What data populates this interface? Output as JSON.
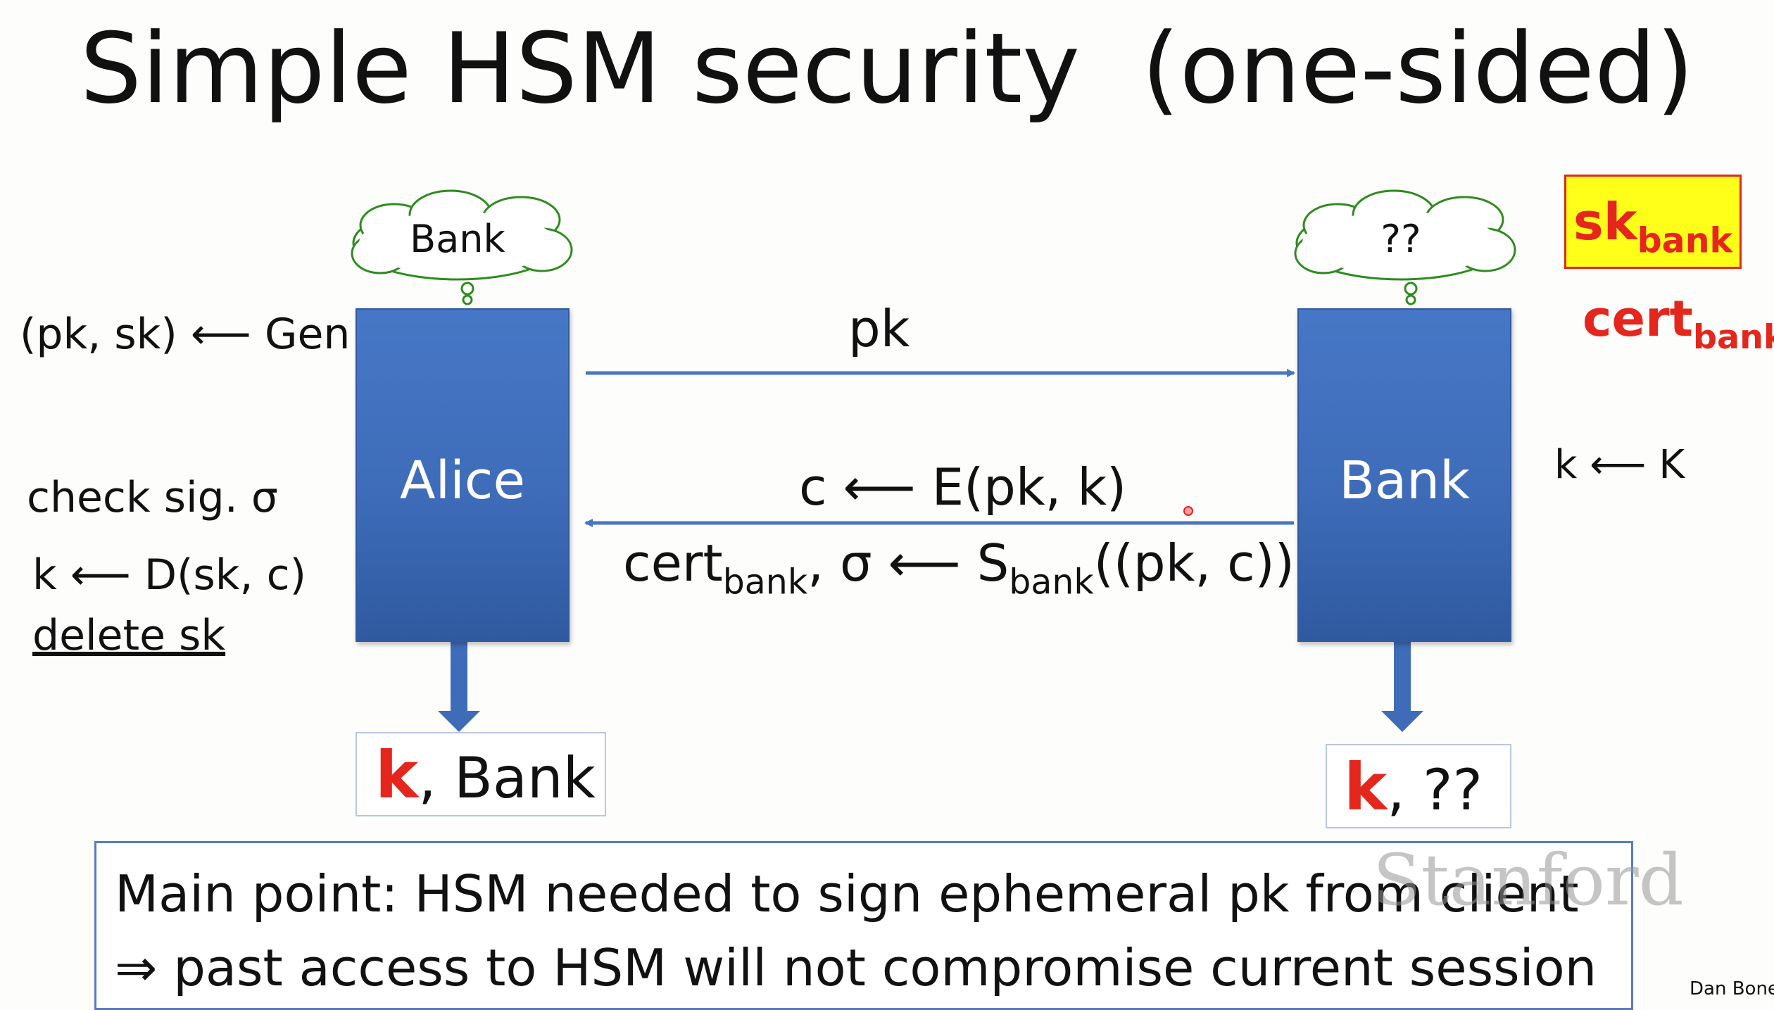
{
  "title": "Simple HSM security  (one-sided)",
  "alice": {
    "name": "Alice",
    "cloud": "Bank",
    "gen": "(pk, sk) ⟵ Gen",
    "check_sig": "check sig. σ",
    "decrypt": "k ⟵ D(sk, c)",
    "delete_sk": "delete sk",
    "output_k": "k",
    "output_rest": ",  Bank"
  },
  "bank": {
    "name": "Bank",
    "cloud": "??",
    "sk_main": "sk",
    "sk_sub": "bank",
    "cert_main": "cert",
    "cert_sub": "bank",
    "choose_k": "k ⟵ K",
    "output_k": "k",
    "output_rest": ",  ??"
  },
  "messages": {
    "pk": "pk",
    "c": "c ⟵ E(pk, k)",
    "cert_main": "cert",
    "cert_sub": "bank",
    "sig_part1": ",  σ ⟵ S",
    "sig_sub": "bank",
    "sig_part2": "((pk, c))"
  },
  "note": {
    "line1": "Main point:   HSM needed to sign ephemeral pk from client",
    "line2": "⇒   past access to HSM will not compromise current session"
  },
  "watermark": "Stanford",
  "credit": "Dan Bone",
  "colors": {
    "box_blue": "#3e6cb9",
    "arrow_blue": "#4a76c0",
    "cloud_green": "#2e8b1e",
    "highlight_red": "#e5261d",
    "sk_yellow": "#ffff1a"
  }
}
